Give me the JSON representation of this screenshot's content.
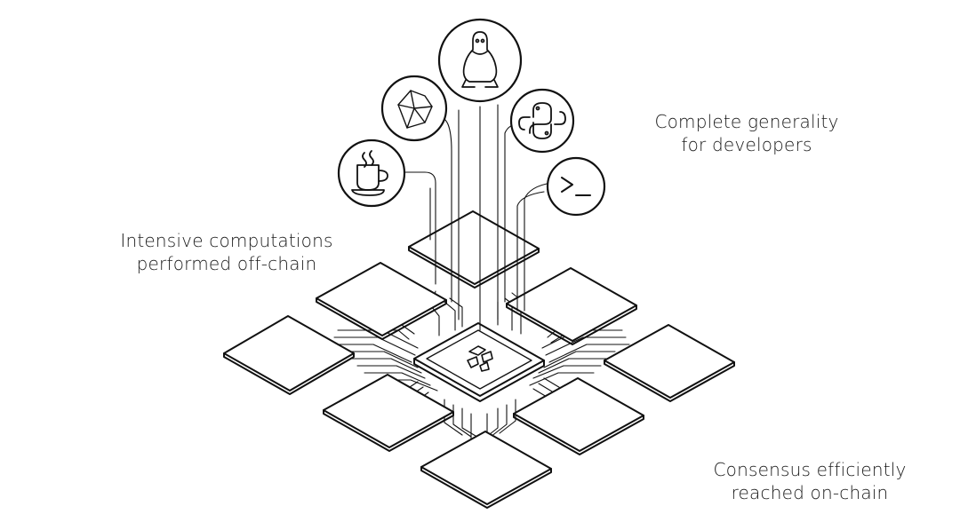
{
  "captions": {
    "generality": [
      "Complete generality",
      "for developers"
    ],
    "offchain": [
      "Intensive computations",
      "performed off-chain"
    ],
    "consensus": [
      "Consensus efficiently",
      "reached on-chain"
    ]
  },
  "icons": [
    "coffee-cup-icon",
    "ruby-gem-icon",
    "linux-penguin-icon",
    "python-icon",
    "terminal-prompt-icon"
  ],
  "center_chip_icon": "cartesi-logo-icon",
  "colors": {
    "line": "#111111",
    "fill": "#ffffff"
  }
}
